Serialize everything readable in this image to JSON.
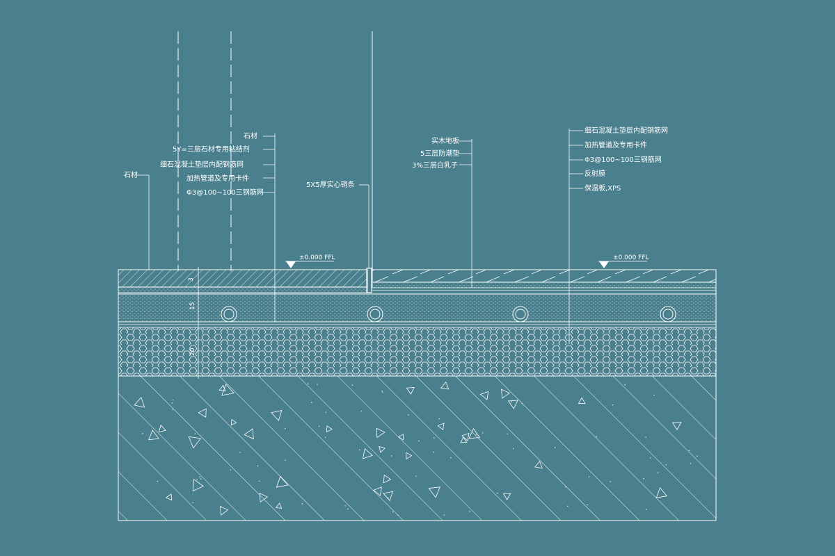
{
  "colors": {
    "background": "#4a7f8d",
    "line": "#ffffff"
  },
  "left_labels": {
    "stone": "石材",
    "adhesive": "5Y=三层石材专用粘结剂",
    "concrete_mesh": "细石混凝土垫层内配钢筋网",
    "heating_pipe": "加热管道及专用卡件",
    "wire_mesh": "Φ3@100~100三钢筋网"
  },
  "left_stone_label": "石材",
  "middle_label": "5X5厚实心铜条",
  "right_top_labels": {
    "floor": "实木地板",
    "underlay": "5三层防潮垫",
    "board": "3%三层白乳子"
  },
  "right_labels": {
    "concrete_mesh": "细石混凝土垫层内配钢筋网",
    "heating_pipe": "加热管道及专用卡件",
    "wire_mesh": "Φ3@100~100三钢筋网",
    "reflective": "反射膜",
    "insulation": "保温板,XPS"
  },
  "levels": {
    "left": "±0.000 FFL",
    "right": "±0.000 FFL"
  },
  "dimensions": {
    "d1": "3",
    "d2": "15",
    "d3": "20"
  }
}
